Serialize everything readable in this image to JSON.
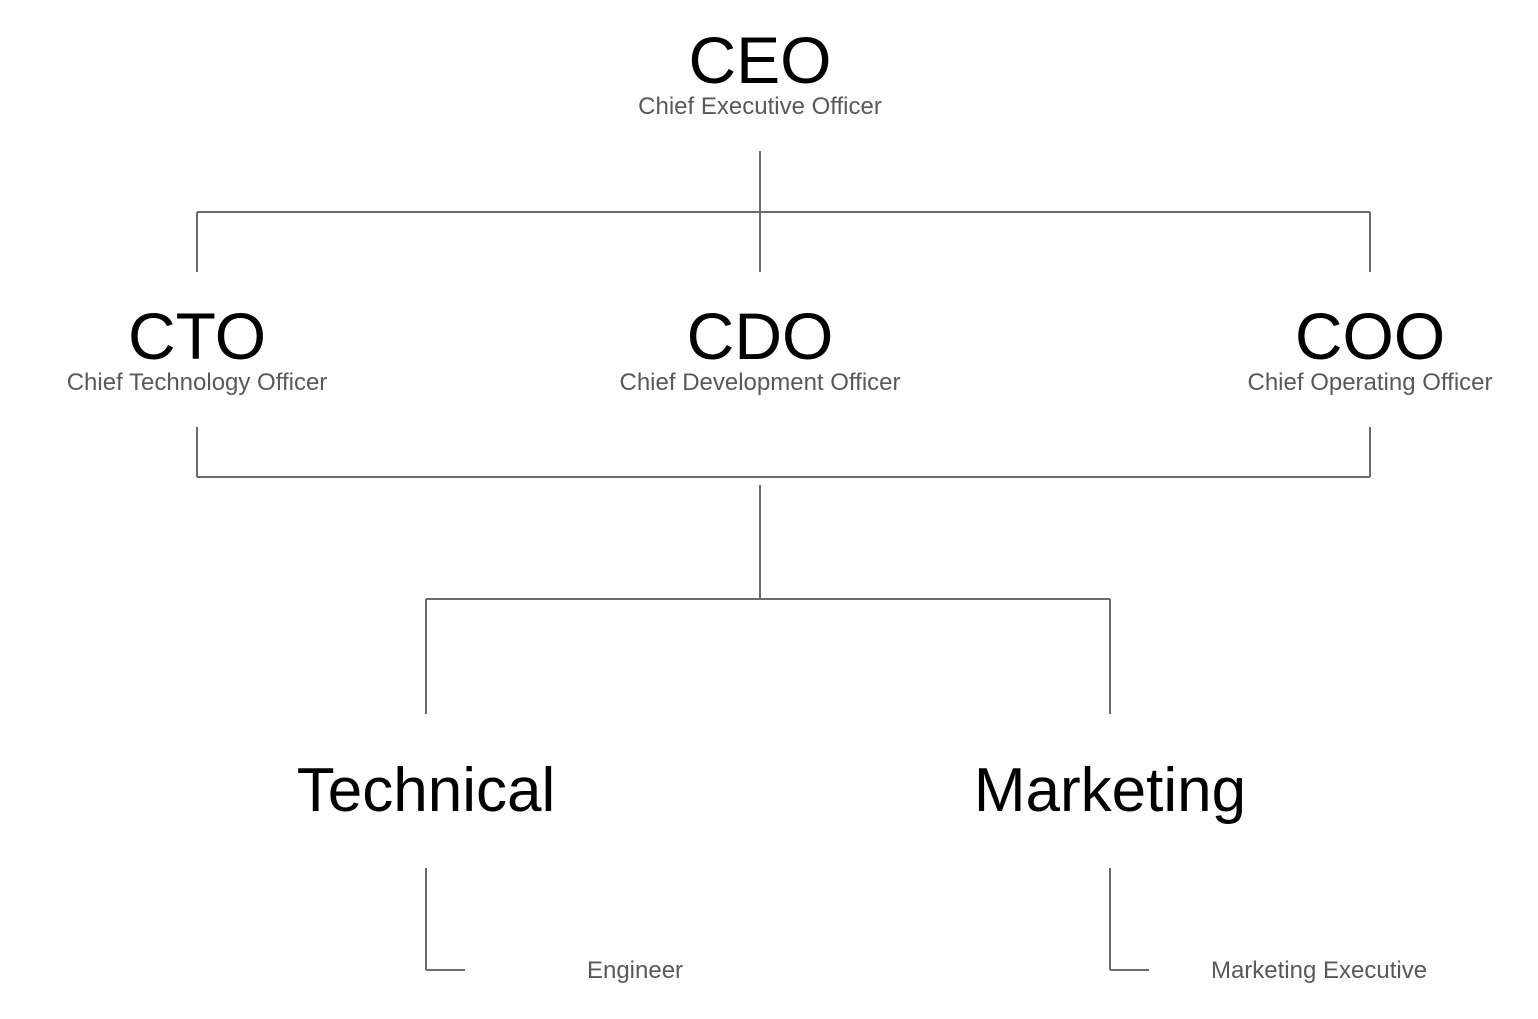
{
  "org_chart": {
    "ceo": {
      "abbr": "CEO",
      "title": "Chief Executive Officer"
    },
    "executives": [
      {
        "abbr": "CTO",
        "title": "Chief Technology Officer"
      },
      {
        "abbr": "CDO",
        "title": "Chief Development Officer"
      },
      {
        "abbr": "COO",
        "title": "Chief Operating Officer"
      }
    ],
    "departments": [
      {
        "name": "Technical",
        "role": "Engineer"
      },
      {
        "name": "Marketing",
        "role": "Marketing Executive"
      }
    ],
    "colors": {
      "connector": "#6b6b6b",
      "heading": "#000000",
      "subtitle": "#595959",
      "background": "#ffffff"
    }
  }
}
